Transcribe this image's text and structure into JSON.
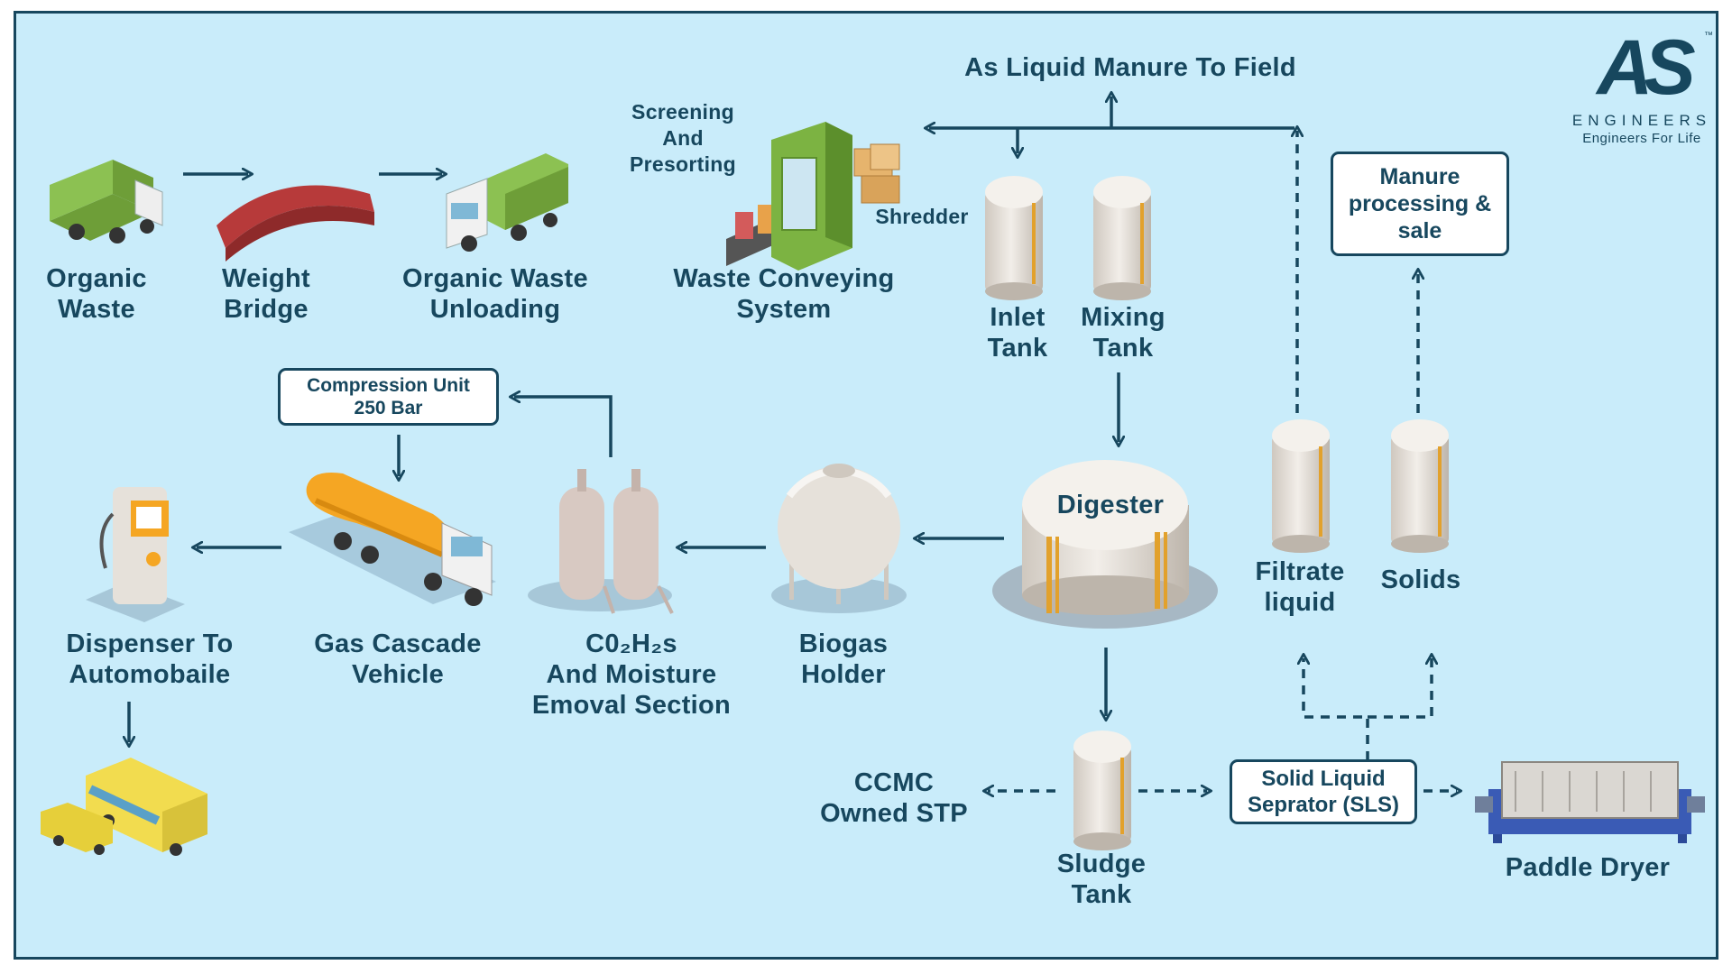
{
  "colors": {
    "background": "#c9ecfa",
    "ink": "#17475e",
    "tank": "#e6e1da",
    "tank_stripe": "#e2a12c",
    "truck_green": "#7cb342",
    "bridge_red": "#b73a3a",
    "tanker_orange": "#f5a623",
    "bus_yellow": "#f2dc4f"
  },
  "logo": {
    "letters": "AS",
    "tm": "™",
    "name": "ENGINEERS",
    "tagline": "Engineers For Life"
  },
  "labels": {
    "liquid_manure": "As Liquid Manure To Field",
    "screening": [
      "Screening",
      "And",
      "Presorting"
    ],
    "shredder": "Shredder",
    "organic_waste": [
      "Organic",
      "Waste"
    ],
    "weight_bridge": [
      "Weight",
      "Bridge"
    ],
    "unloading": [
      "Organic Waste",
      "Unloading"
    ],
    "conveying": [
      "Waste Conveying",
      "System"
    ],
    "inlet_tank": [
      "Inlet",
      "Tank"
    ],
    "mixing_tank": [
      "Mixing",
      "Tank"
    ],
    "manure_processing": [
      "Manure",
      "processing &",
      "sale"
    ],
    "compression": [
      "Compression Unit",
      "250 Bar"
    ],
    "digester": "Digester",
    "filtrate": [
      "Filtrate",
      "liquid"
    ],
    "solids": "Solids",
    "dispenser": [
      "Dispenser To",
      "Automobaile"
    ],
    "gas_cascade": [
      "Gas Cascade",
      "Vehicle"
    ],
    "co2_line1": "C0₂H₂s",
    "co2_line2": "And Moisture",
    "co2_line3": "Emoval Section",
    "biogas": [
      "Biogas",
      "Holder"
    ],
    "ccmc": [
      "CCMC",
      "Owned STP"
    ],
    "sludge": [
      "Sludge",
      "Tank"
    ],
    "sls": [
      "Solid Liquid",
      "Seprator (SLS)"
    ],
    "paddle_dryer": "Paddle Dryer"
  },
  "icons": [
    "garbage-truck-icon",
    "weight-bridge-icon",
    "unloading-truck-icon",
    "conveyor-machine-icon",
    "inlet-tank-icon",
    "mixing-tank-icon",
    "digester-icon",
    "biogas-holder-icon",
    "scrubber-towers-icon",
    "gas-tanker-icon",
    "fuel-dispenser-icon",
    "bus-and-car-icon",
    "sludge-tank-icon",
    "filtrate-tank-icon",
    "solids-tank-icon",
    "paddle-dryer-icon"
  ]
}
